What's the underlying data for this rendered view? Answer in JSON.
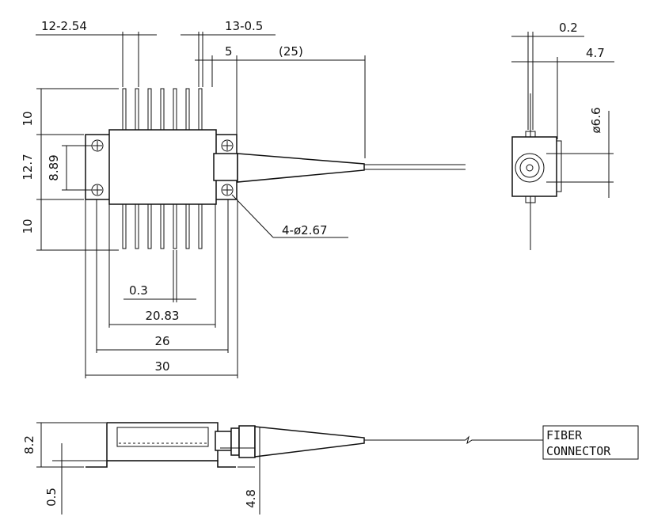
{
  "top_view": {
    "pin_pitch": "12-2.54",
    "pin_width": "13-0.5",
    "fiber_offset": "5",
    "fiber_length": "(25)",
    "pin_length_top": "10",
    "body_height": "12.7",
    "hole_spacing": "8.89",
    "pin_length_bottom": "10",
    "holes": "4-ø2.67",
    "pin_thickness": "0.3",
    "pin_span": "20.83",
    "hole_pitch": "26",
    "overall_width": "30"
  },
  "end_view": {
    "flange_thickness": "0.2",
    "width": "4.7",
    "diameter": "ø6.6"
  },
  "side_view": {
    "height": "8.2",
    "base": "0.5",
    "fiber_height": "4.8",
    "connector_line1": "FIBER",
    "connector_line2": "CONNECTOR"
  }
}
